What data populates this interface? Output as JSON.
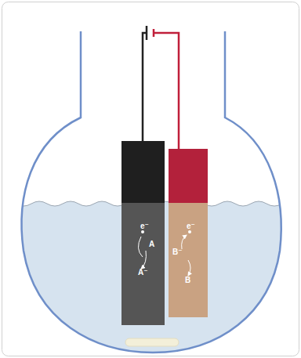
{
  "diagram": {
    "labels": [
      "e⁻",
      "A",
      "A⁻",
      "e⁻",
      "B⁻",
      "B"
    ]
  }
}
